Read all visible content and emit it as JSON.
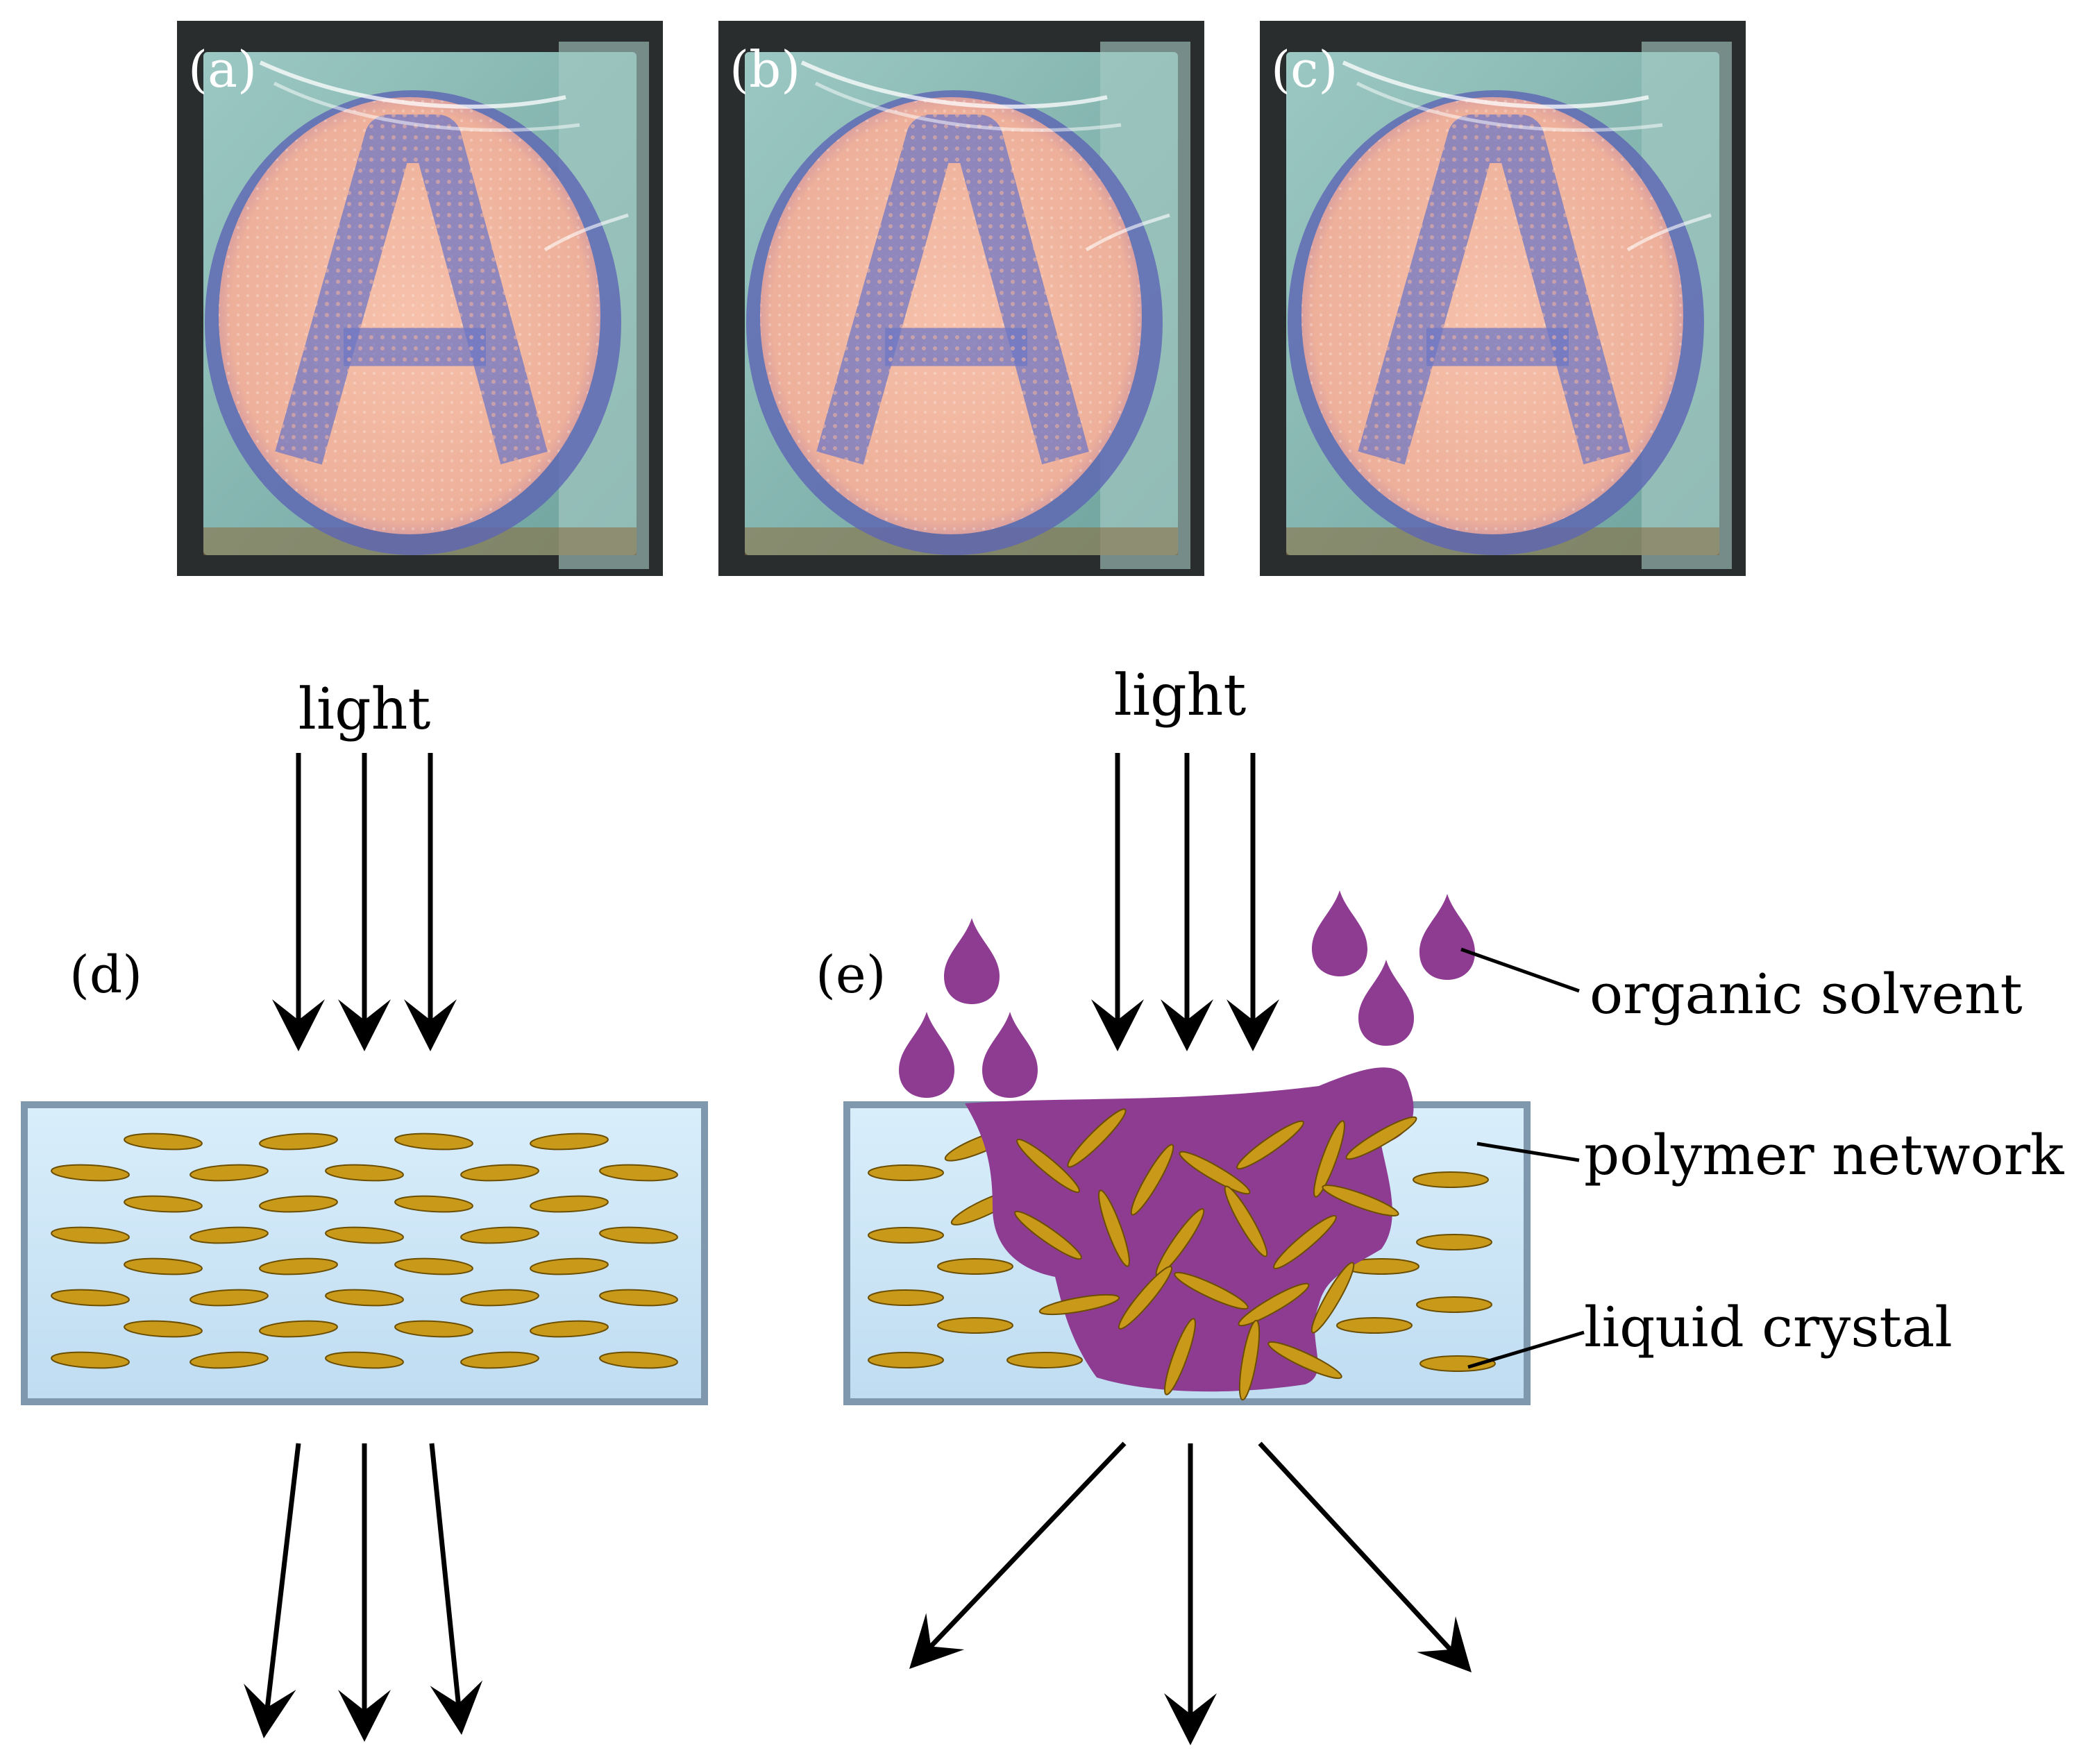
{
  "panels": {
    "a": {
      "label": "(a)"
    },
    "b": {
      "label": "(b)"
    },
    "c": {
      "label": "(c)"
    },
    "d": {
      "label": "(d)",
      "light_label": "light"
    },
    "e": {
      "label": "(e)",
      "light_label": "light"
    }
  },
  "photo_letter": "A",
  "legend": {
    "organic_solvent": "organic solvent",
    "polymer_network": "polymer network",
    "liquid_crystal": "liquid crystal"
  },
  "colors": {
    "polymer_network": "#cfe6f7",
    "polymer_border": "#7f98ad",
    "liquid_crystal": "#c99a1a",
    "liquid_crystal_edge": "#6b4e00",
    "organic_solvent": "#8e3b92",
    "photo_background": "#2a2d2e",
    "photo_film": "#7fb2ac",
    "photo_disc": "#f2b49c",
    "photo_ring": "#5c64b4",
    "photo_letter": "#6f76c4",
    "arrow": "#000000",
    "label_light": "#ffffff"
  }
}
